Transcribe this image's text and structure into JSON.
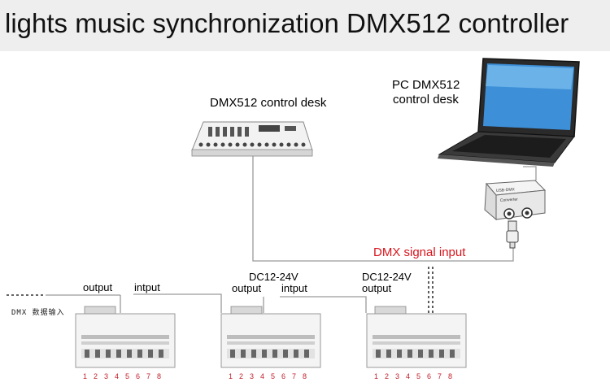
{
  "title": "lights music synchronization DMX512 controller",
  "control_desk_label": "DMX512 control desk",
  "pc": {
    "line1": "PC DMX512",
    "line2": "control desk"
  },
  "converter_text": [
    "USB-DMX",
    "Converter"
  ],
  "signal_label": "DMX signal input",
  "dmx_input_label": "DMX 数据输入",
  "units": [
    {
      "labels": {
        "output": "output",
        "input": "intput"
      }
    },
    {
      "labels": {
        "power": "DC12-24V",
        "output": "output",
        "input": "intput"
      }
    },
    {
      "labels": {
        "power": "DC12-24V",
        "output": "output"
      }
    }
  ],
  "channels": [
    "1",
    "2",
    "3",
    "4",
    "5",
    "6",
    "7",
    "8"
  ],
  "colors": {
    "signal_label": "#d8141c",
    "channel_numbers": "#c0202a",
    "title_bg": "#eeeeee"
  }
}
